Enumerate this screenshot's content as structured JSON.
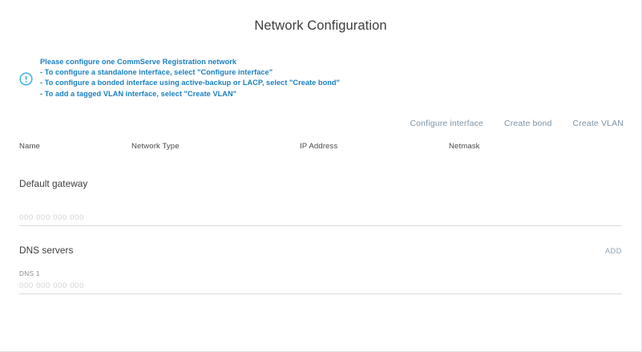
{
  "page": {
    "title": "Network Configuration"
  },
  "info": {
    "icon": "info-circle-icon",
    "lines": [
      "Please configure one CommServe Registration network",
      "- To configure a standalone interface, select \"Configure interface\"",
      "- To configure a bonded interface using active-backup or LACP, select \"Create bond\"",
      "- To add a tagged VLAN interface, select \"Create VLAN\""
    ]
  },
  "actions": {
    "configure_interface": "Configure interface",
    "create_bond": "Create bond",
    "create_vlan": "Create VLAN"
  },
  "interfaces_table": {
    "columns": {
      "name": "Name",
      "network_type": "Network Type",
      "ip_address": "IP Address",
      "netmask": "Netmask"
    },
    "rows": []
  },
  "gateway": {
    "title": "Default gateway",
    "value": "",
    "placeholder": "000 000 000 000"
  },
  "dns": {
    "title": "DNS servers",
    "add_label": "ADD",
    "entries": [
      {
        "label": "DNS 1",
        "value": "",
        "placeholder": "000 000 000 000"
      }
    ]
  },
  "colors": {
    "info_text": "#1a7fc1",
    "info_icon": "#45b5e8",
    "link": "#7c93a6",
    "add_link": "#8ba3b4",
    "heading": "#3c3c3c",
    "placeholder": "#d2d2d2",
    "underline": "#dcdcdc",
    "page_border": "#e2e2e2"
  }
}
